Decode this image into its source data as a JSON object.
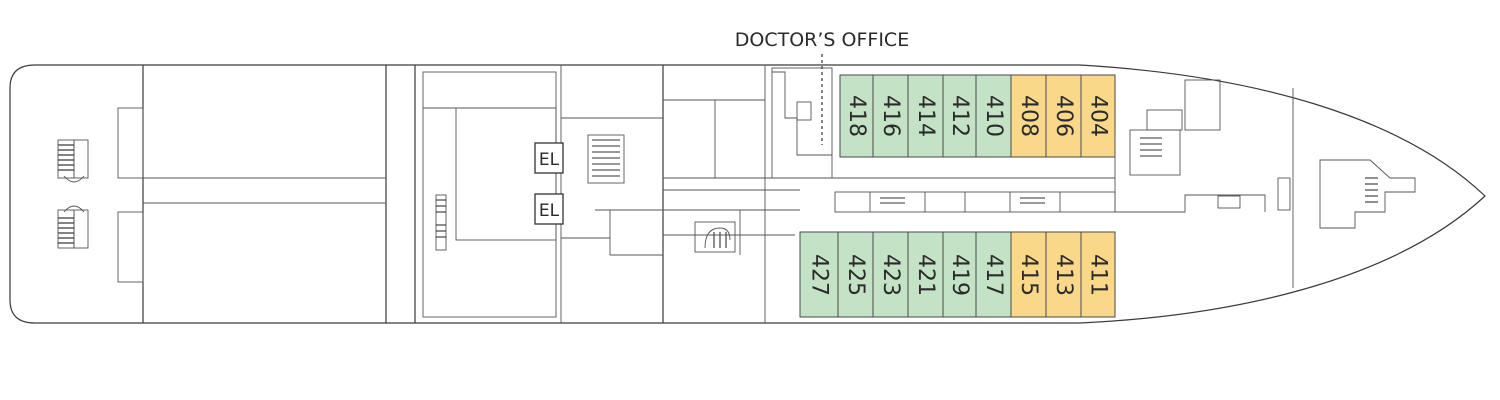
{
  "callout": {
    "label": "DOCTOR’S OFFICE"
  },
  "colors": {
    "green_cabin": "#c4e3c6",
    "green_cabin_dark": "#a9d4ad",
    "yellow_cabin": "#fad88a",
    "yellow_cabin_dark": "#efc160"
  },
  "elevators": [
    {
      "label": "EL"
    },
    {
      "label": "EL"
    }
  ],
  "cabins_upper": [
    {
      "number": "418",
      "category": "green"
    },
    {
      "number": "416",
      "category": "green"
    },
    {
      "number": "414",
      "category": "green"
    },
    {
      "number": "412",
      "category": "green"
    },
    {
      "number": "410",
      "category": "green"
    },
    {
      "number": "408",
      "category": "yellow"
    },
    {
      "number": "406",
      "category": "yellow"
    },
    {
      "number": "404",
      "category": "yellow"
    }
  ],
  "cabins_lower": [
    {
      "number": "427",
      "category": "green"
    },
    {
      "number": "425",
      "category": "green"
    },
    {
      "number": "423",
      "category": "green"
    },
    {
      "number": "421",
      "category": "green"
    },
    {
      "number": "419",
      "category": "green"
    },
    {
      "number": "417",
      "category": "green"
    },
    {
      "number": "415",
      "category": "yellow"
    },
    {
      "number": "413",
      "category": "yellow"
    },
    {
      "number": "411",
      "category": "yellow"
    }
  ]
}
